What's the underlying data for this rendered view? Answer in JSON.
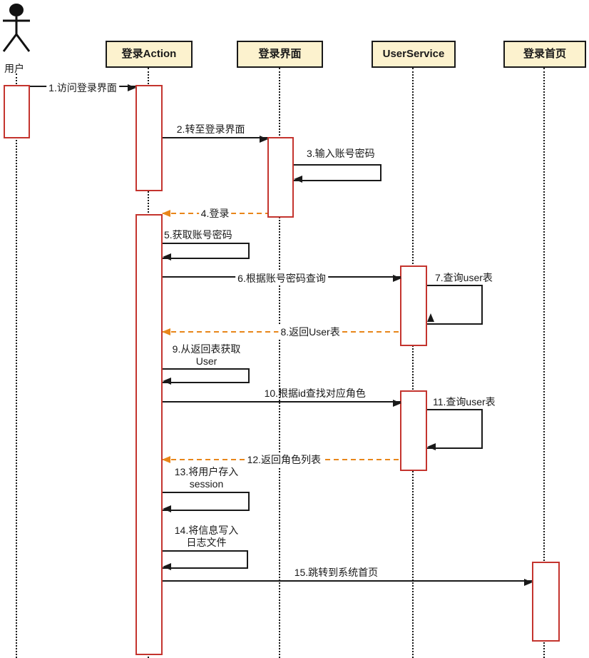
{
  "diagram": {
    "type": "uml-sequence-diagram",
    "language": "zh-CN"
  },
  "participants": [
    {
      "id": "user",
      "label": "用户",
      "kind": "actor"
    },
    {
      "id": "login-action",
      "label": "登录Action",
      "kind": "object"
    },
    {
      "id": "login-ui",
      "label": "登录界面",
      "kind": "object"
    },
    {
      "id": "user-service",
      "label": "UserService",
      "kind": "object"
    },
    {
      "id": "login-home",
      "label": "登录首页",
      "kind": "object"
    }
  ],
  "messages": [
    {
      "num": 1,
      "label": "1.访问登录界面",
      "from": "用户",
      "to": "登录Action",
      "type": "sync"
    },
    {
      "num": 2,
      "label": "2.转至登录界面",
      "from": "登录Action",
      "to": "登录界面",
      "type": "sync"
    },
    {
      "num": 3,
      "label": "3.输入账号密码",
      "from": "登录界面",
      "to": "登录界面",
      "type": "self"
    },
    {
      "num": 4,
      "label": "4.登录",
      "from": "登录界面",
      "to": "登录Action",
      "type": "return"
    },
    {
      "num": 5,
      "label": "5.获取账号密码",
      "from": "登录Action",
      "to": "登录Action",
      "type": "self"
    },
    {
      "num": 6,
      "label": "6.根据账号密码查询",
      "from": "登录Action",
      "to": "UserService",
      "type": "sync"
    },
    {
      "num": 7,
      "label": "7.查询user表",
      "from": "UserService",
      "to": "UserService",
      "type": "self"
    },
    {
      "num": 8,
      "label": "8.返回User表",
      "from": "UserService",
      "to": "登录Action",
      "type": "return"
    },
    {
      "num": 9,
      "label": "9.从返回表获取\nUser",
      "from": "登录Action",
      "to": "登录Action",
      "type": "self"
    },
    {
      "num": 10,
      "label": "10.根据id查找对应角色",
      "from": "登录Action",
      "to": "UserService",
      "type": "sync"
    },
    {
      "num": 11,
      "label": "11.查询user表",
      "from": "UserService",
      "to": "UserService",
      "type": "self"
    },
    {
      "num": 12,
      "label": "12.返回角色列表",
      "from": "UserService",
      "to": "登录Action",
      "type": "return"
    },
    {
      "num": 13,
      "label": "13.将用户存入\nsession",
      "from": "登录Action",
      "to": "登录Action",
      "type": "self"
    },
    {
      "num": 14,
      "label": "14.将信息写入\n日志文件",
      "from": "登录Action",
      "to": "登录Action",
      "type": "self"
    },
    {
      "num": 15,
      "label": "15.跳转到系统首页",
      "from": "登录Action",
      "to": "登录首页",
      "type": "sync"
    }
  ],
  "colors": {
    "activation_border": "#c4342e",
    "sync_arrow": "#191919",
    "return_arrow": "#e8861a",
    "header_fill": "#fcf2ce",
    "header_border": "#191919",
    "lifeline": "#191919"
  }
}
